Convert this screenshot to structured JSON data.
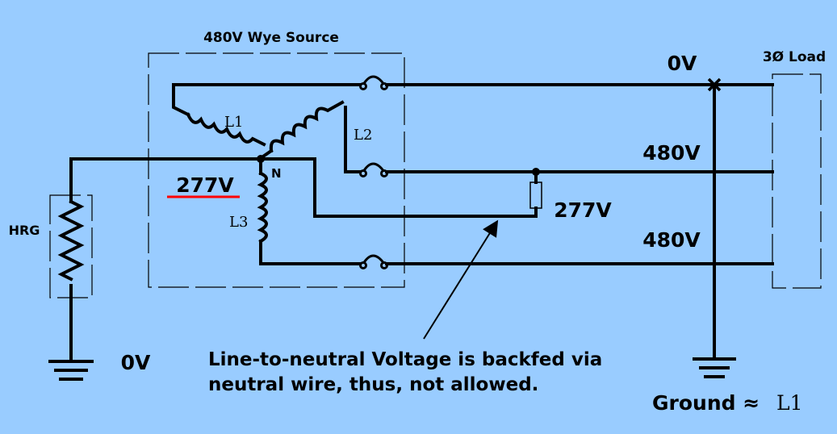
{
  "source": {
    "title": "480V Wye Source",
    "windings": [
      "L1",
      "L2",
      "L3"
    ],
    "neutral_label": "N",
    "neutral_voltage": "277V"
  },
  "hrg": {
    "label": "HRG",
    "ground_voltage": "0V"
  },
  "load": {
    "title": "3Ø Load"
  },
  "lines": [
    {
      "name": "L1",
      "voltage": "0V",
      "faulted": true
    },
    {
      "name": "L2",
      "voltage": "480V"
    },
    {
      "name": "L3",
      "voltage": "480V"
    }
  ],
  "backfeed": {
    "voltage": "277V"
  },
  "annotation": {
    "line1": "Line-to-neutral Voltage is backfed via",
    "line2": "neutral wire, thus, not allowed."
  },
  "ground": {
    "label": "Ground ≈",
    "equals": "L1"
  },
  "colors": {
    "background": "#99ccff",
    "highlight": "#ff0000"
  }
}
